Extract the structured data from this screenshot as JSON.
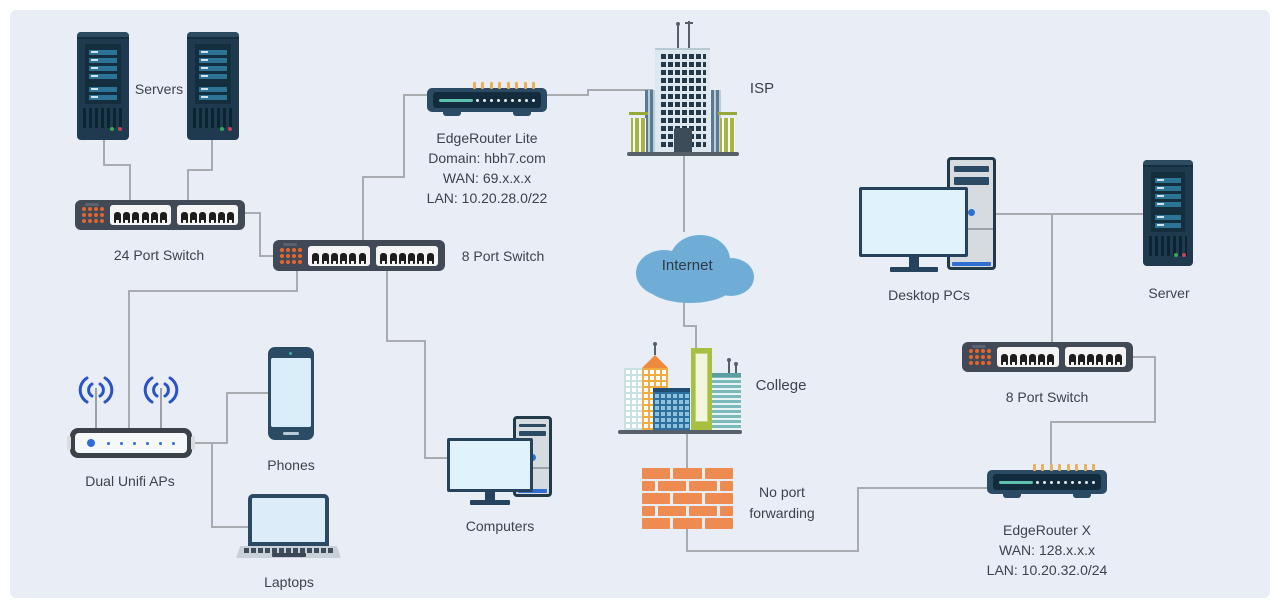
{
  "nodes": {
    "servers": {
      "label": "Servers"
    },
    "switch_24port": {
      "label": "24 Port Switch"
    },
    "switch_8port_left": {
      "label": "8 Port Switch"
    },
    "edgerouter_lite": {
      "name": "EdgeRouter Lite",
      "domain": "Domain: hbh7.com",
      "wan": "WAN: 69.x.x.x",
      "lan": "LAN: 10.20.28.0/22"
    },
    "isp": {
      "label": "ISP"
    },
    "internet": {
      "label": "Internet"
    },
    "college": {
      "label": "College"
    },
    "firewall": {
      "label": "No port forwarding"
    },
    "edgerouter_x": {
      "name": "EdgeRouter X",
      "wan": "WAN: 128.x.x.x",
      "lan": "LAN: 10.20.32.0/24"
    },
    "desktop_pcs": {
      "label": "Desktop PCs"
    },
    "server_right": {
      "label": "Server"
    },
    "switch_8port_right": {
      "label": "8 Port Switch"
    },
    "unifi_aps": {
      "label": "Dual Unifi APs"
    },
    "phones": {
      "label": "Phones"
    },
    "laptops": {
      "label": "Laptops"
    },
    "computers": {
      "label": "Computers"
    }
  },
  "colors": {
    "canvas_bg": "#e9edf6",
    "wire": "#a9acaf",
    "dark_navy": "#1f3a4e",
    "switch_body": "#414956",
    "switch_led_orange": "#e2662e",
    "router_body": "#2b4a63",
    "router_teal": "#5fc0ae",
    "router_tick_orange": "#eab059",
    "screen_blue": "#e0f2fc",
    "accent_blue_dot": "#2e6fd0",
    "wifi_blue": "#2c52c8",
    "cloud_blue": "#6fadd6",
    "brick_orange": "#ee8b51",
    "building_green": "#a8c041",
    "building_teal": "#7cb9bd",
    "building_orange": "#f3aa3f",
    "text": "#3a434e"
  }
}
